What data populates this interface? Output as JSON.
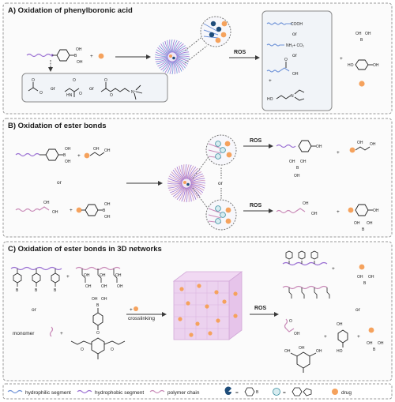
{
  "panels": {
    "a": {
      "title": "A) Oxidation of phenylboronic acid",
      "ros": "ROS",
      "or1": "or",
      "or2": "or",
      "or3": "or",
      "or4": "or",
      "plus": "+",
      "cooh": "COOH",
      "nh2co2": "NH₂+ CO₂",
      "oh": "OH",
      "o": "O",
      "n": "N"
    },
    "b": {
      "title": "B) Oxidation of ester bonds",
      "ros1": "ROS",
      "ros2": "ROS",
      "or_left": "or",
      "or_mid": "or",
      "oh": "OH",
      "b": "B",
      "plus": "+"
    },
    "c": {
      "title": "C) Oxidation of ester bonds in 3D networks",
      "or1": "or",
      "or2": "or",
      "monomer": "monomer",
      "crosslinking": "crosslinking",
      "ros": "ROS",
      "plus": "+",
      "oh": "OH",
      "b": "B"
    }
  },
  "legend": {
    "hydrophilic": "hydrophilic segment",
    "hydrophobic": "hydrophobic segment",
    "polymer": "polymer chain",
    "drug": "drug"
  },
  "colors": {
    "drug": "#f5a25d",
    "hydrophilic": "#6f93d8",
    "hydrophobic": "#9a6fd3",
    "polymer": "#c98ab8",
    "pba_icon": "#1f4d7a",
    "network": "#e9c9ec",
    "panel_border": "#9a9a9a"
  }
}
